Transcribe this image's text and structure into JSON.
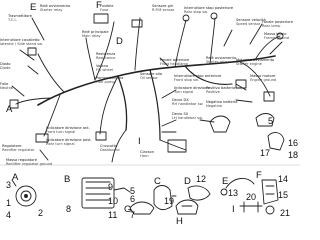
{
  "labels": [
    {
      "id": "trasmettitore",
      "it": "Trasmettitore",
      "en": "T.C.I."
    },
    {
      "id": "interruttore-cavalletto",
      "it": "Interruttore cavalletto",
      "en": "laterale / Side stand sw."
    },
    {
      "id": "diodo",
      "it": "Diodo",
      "en": "Diode"
    },
    {
      "id": "folle",
      "it": "Folle",
      "en": "Neutral"
    },
    {
      "id": "relè-avviamento",
      "it": "Relè avviamento",
      "en": "Starter relay"
    },
    {
      "id": "fusibile",
      "it": "Fusibile",
      "en": "Fuse"
    },
    {
      "id": "sensore-giri",
      "it": "Sensore giri",
      "en": "R.P.M sensor"
    },
    {
      "id": "interruttore-stop-posteriore",
      "it": "Interruttore stop posteriore",
      "en": "Rear stop sw."
    },
    {
      "id": "sensore-velocità",
      "it": "Sensore velocità",
      "en": "Speed sensor"
    },
    {
      "id": "fanale-posteriore",
      "it": "Fanale posteriore",
      "en": "Rear lamp"
    },
    {
      "id": "massa-telaio",
      "it": "Massa telaio",
      "en": "Frame ground"
    },
    {
      "id": "relè-principale",
      "it": "Relè principale",
      "en": "Main relay"
    },
    {
      "id": "resistenza",
      "it": "Resistenza",
      "en": "Resistance"
    },
    {
      "id": "volano",
      "it": "Volano",
      "en": "Fly wheel"
    },
    {
      "id": "pompa-benzina",
      "it": "Pompa benzina",
      "en": "Fuel pump"
    },
    {
      "id": "fanale-anteriore",
      "it": "Fanale anteriore",
      "en": "Front headlamp"
    },
    {
      "id": "relè-avviamento-2",
      "it": "Relè avviamento",
      "en": "Starter relay"
    },
    {
      "id": "motorino-avviamento",
      "it": "Motorino avviamento",
      "en": "Starter engine"
    },
    {
      "id": "massa-motore",
      "it": "Massa motore",
      "en": "Engine ground"
    },
    {
      "id": "sensore-olio",
      "it": "Sensore olio",
      "en": "Oil sensor"
    },
    {
      "id": "int-stop-anteriore",
      "it": "Interruttore stop anteriore",
      "en": "Front stop sw."
    },
    {
      "id": "indicatore-direzione",
      "it": "Indicatore direzione",
      "en": "Turn signal"
    },
    {
      "id": "devio-dx",
      "it": "Devio DX",
      "en": "RH handlebar sw."
    },
    {
      "id": "devio-sx",
      "it": "Devio SX",
      "en": "LH handlebar sw."
    },
    {
      "id": "positivo-batteria",
      "it": "Positivo batteria",
      "en": "Positive"
    },
    {
      "id": "negativo-batteria",
      "it": "Negativo batteria",
      "en": "Negative"
    },
    {
      "id": "regolatore",
      "it": "Regolatore",
      "en": "Rectifier regulator"
    },
    {
      "id": "indicatore-direzione-ant",
      "it": "Indicatore direzione ant.",
      "en": "Front turn signal"
    },
    {
      "id": "indicatore-direzione-post",
      "it": "Indicatore direzione post.",
      "en": "Rear turn signal"
    },
    {
      "id": "cruscotto",
      "it": "Cruscotto",
      "en": "Dashboard"
    },
    {
      "id": "clacson",
      "it": "Clacson",
      "en": "Horn"
    },
    {
      "id": "massa-regolatore",
      "it": "Massa regolatore",
      "en": "Rectifier regulator ground"
    }
  ],
  "letters": [
    "A",
    "B",
    "C",
    "D",
    "E",
    "F",
    "G",
    "H",
    "I"
  ],
  "part_numbers": [
    "1",
    "2",
    "3",
    "4",
    "5",
    "6",
    "7",
    "8",
    "9",
    "10",
    "11",
    "12",
    "13",
    "14",
    "15",
    "16",
    "17",
    "18",
    "19",
    "20",
    "21"
  ]
}
